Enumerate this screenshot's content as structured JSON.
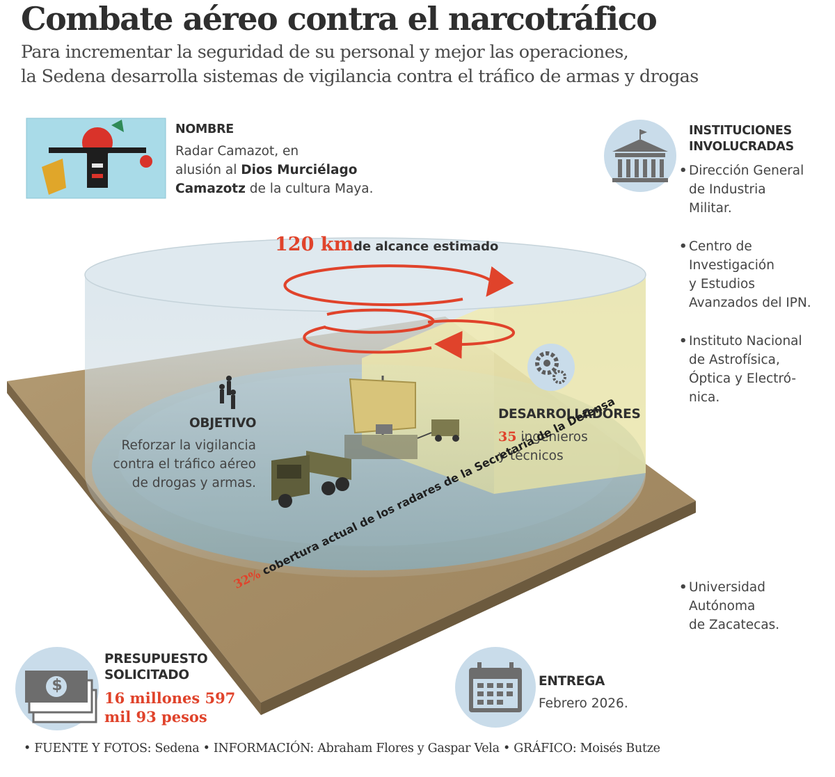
{
  "title": "Combate aéreo contra el narcotráfico",
  "subtitle": {
    "line1": "Para incrementar la seguridad de su personal y mejor las operaciones,",
    "line2": "la Sedena desarrolla sistemas de vigilancia contra el tráfico de armas y drogas"
  },
  "nombre": {
    "heading": "NOMBRE",
    "line1": "Radar Camazot, en",
    "line2_pre": "alusión al ",
    "line2_bold": "Dios Murciélago",
    "line3_bold": "Camazotz",
    "line3_post": " de la cultura Maya."
  },
  "instituciones": {
    "heading_line1": "INSTITUCIONES",
    "heading_line2": "INVOLUCRADAS",
    "items": [
      {
        "lines": [
          "Dirección General",
          "de Industria",
          "Militar."
        ]
      },
      {
        "lines": [
          "Centro de",
          "Investigación",
          "y Estudios",
          "Avanzados del IPN."
        ]
      },
      {
        "lines": [
          "Instituto Nacional",
          "de Astrofísica,",
          "Óptica y Electró-",
          "nica."
        ]
      },
      {
        "lines": [
          "Universidad",
          "Autónoma",
          "de Zacatecas."
        ]
      }
    ],
    "bullet_char": "•"
  },
  "alcance": {
    "value": "120 km",
    "label": "de alcance estimado"
  },
  "objetivo": {
    "heading": "OBJETIVO",
    "lines": [
      "Reforzar la vigilancia",
      "contra el tráfico aéreo",
      "de drogas y armas."
    ]
  },
  "desarrolladores": {
    "heading": "DESARROLLADORES",
    "count": "35",
    "line1_post": " ingenieros",
    "line2": "y técnicos"
  },
  "cobertura": {
    "value": "32%",
    "label": " cobertura actual de los radares de la Secretaría de la Defensa"
  },
  "presupuesto": {
    "heading_line1": "PRESUPUESTO",
    "heading_line2": "SOLICITADO",
    "amount_line1": "16 millones 597",
    "amount_line2": "mil 93 pesos",
    "currency_symbol": "$"
  },
  "entrega": {
    "heading": "ENTREGA",
    "date": "Febrero 2026."
  },
  "footer": "• FUENTE Y FOTOS: Sedena • INFORMACIÓN: Abraham Flores y Gaspar Vela • GRÁFICO: Moisés Butze",
  "icons": {
    "building": "building-icon",
    "gears": "gears-icon",
    "money": "money-icon",
    "calendar": "calendar-icon"
  },
  "colors": {
    "accent_red": "#e0432b",
    "icon_circle": "#c9dcea",
    "icon_gray": "#6d6d6d",
    "ground": "#a88f68",
    "coverage": "#7aa0ad",
    "yellow_zone": "#efe9a8"
  }
}
